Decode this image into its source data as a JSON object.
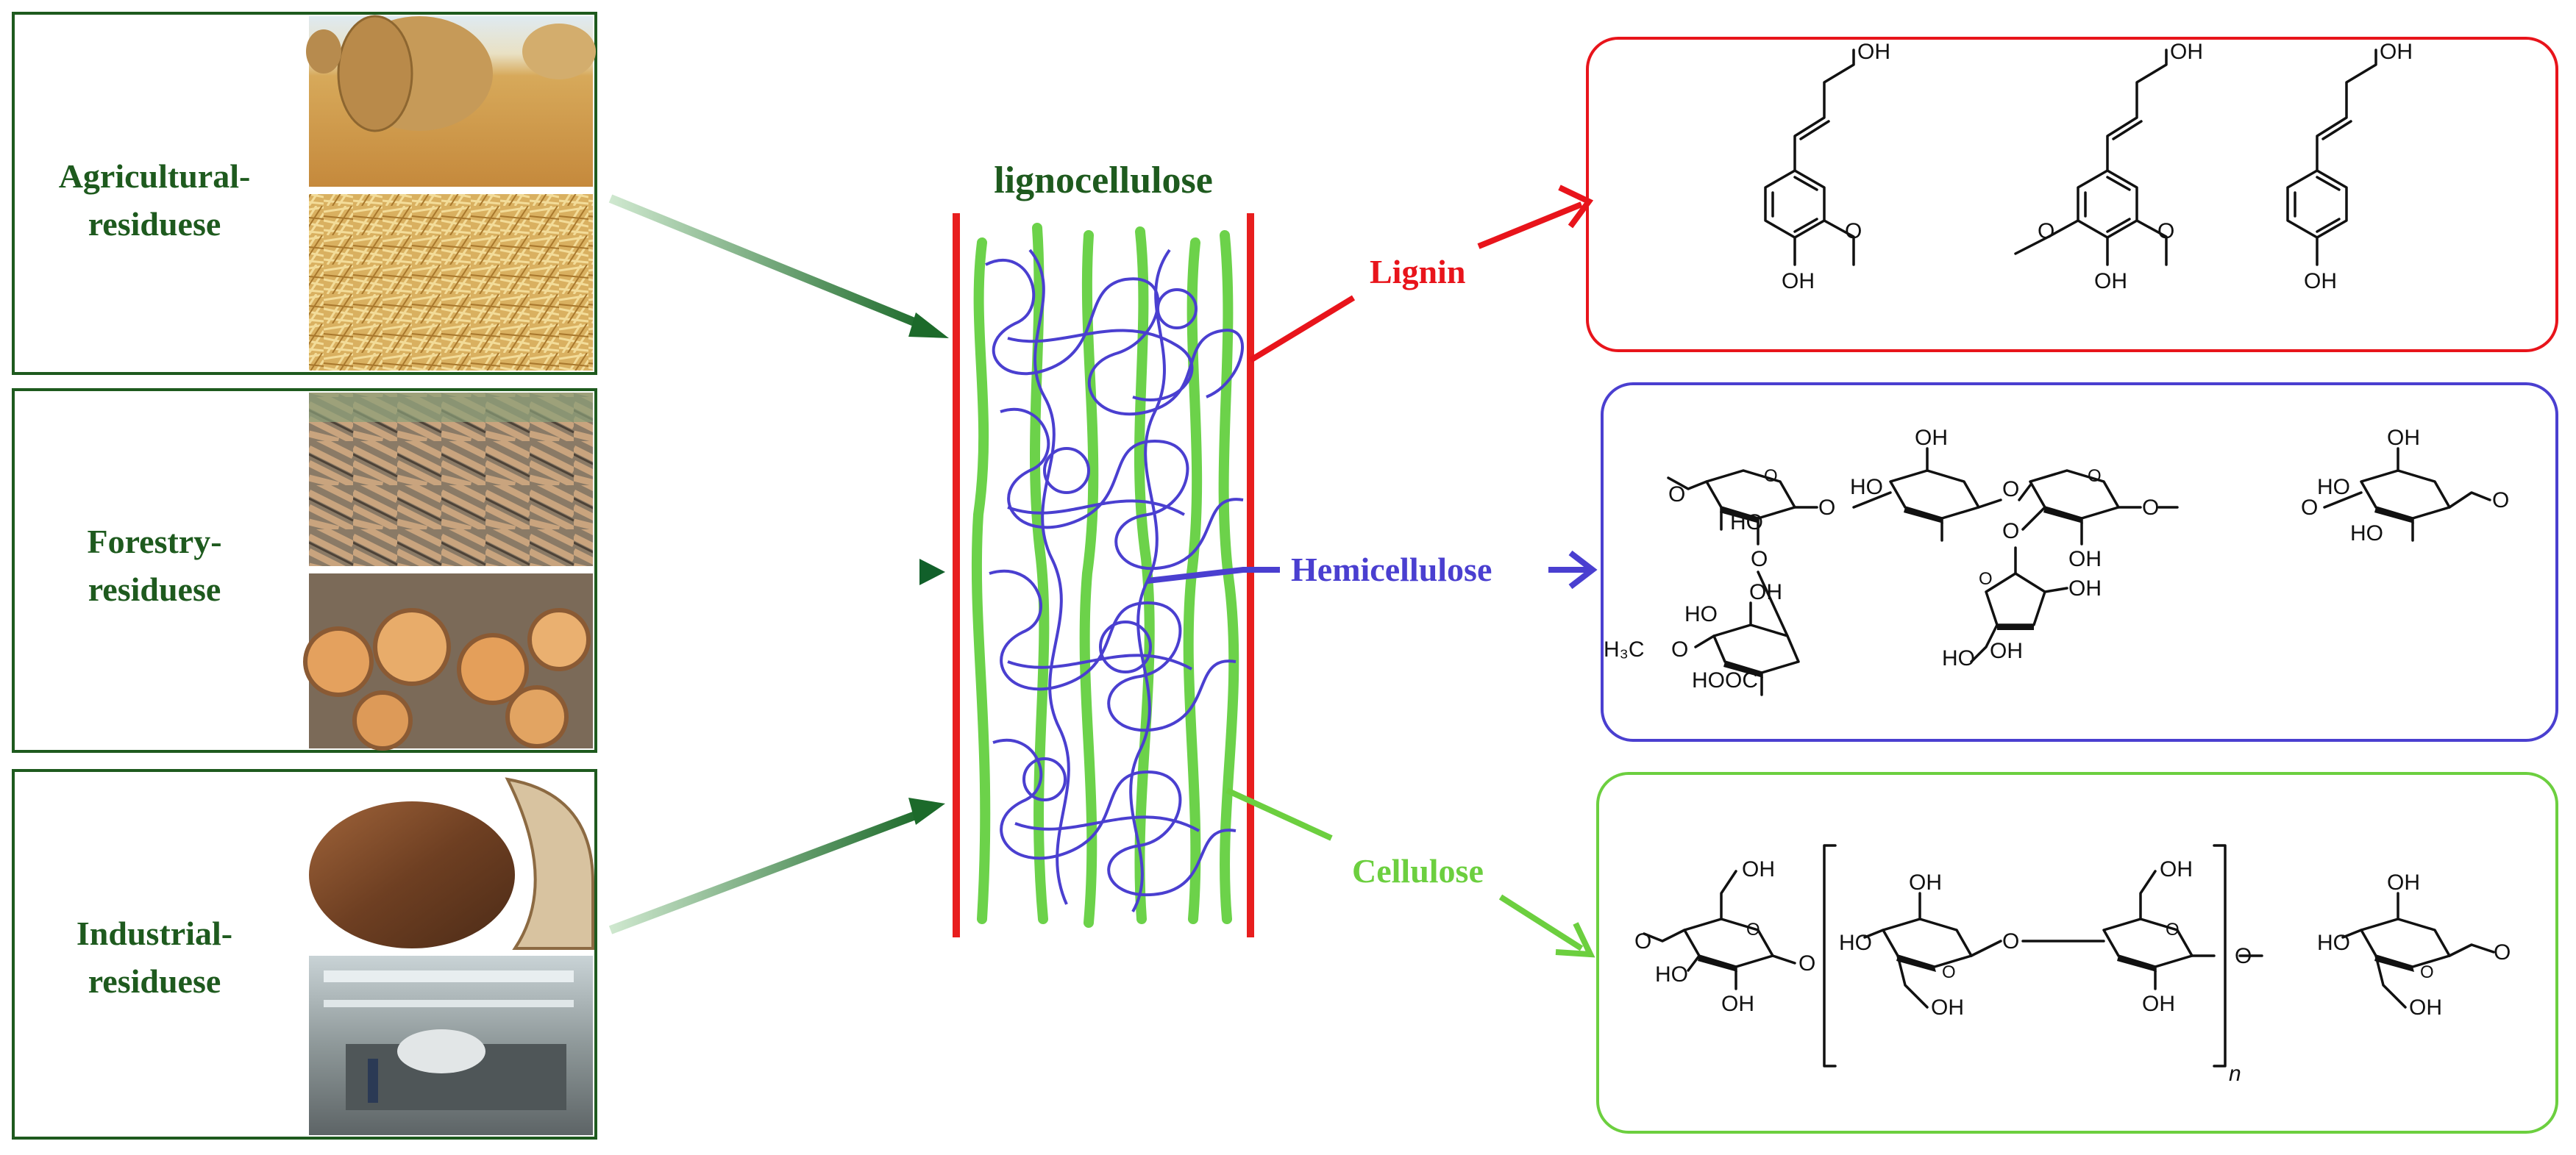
{
  "title": "lignocellulose",
  "sources": [
    {
      "line1": "Agricultural-",
      "line2": "residuese"
    },
    {
      "line1": "Forestry-",
      "line2": "residuese"
    },
    {
      "line1": "Industrial-",
      "line2": "residuese"
    }
  ],
  "components": {
    "lignin": "Lignin",
    "hemicellulose": "Hemicellulose",
    "cellulose": "Cellulose"
  },
  "chem_labels": {
    "oh": "OH",
    "o": "O",
    "h3c": "H₃C",
    "hooc": "HOOC",
    "ho": "HO",
    "n": "n"
  },
  "colors": {
    "source_green": "#1e5a1e",
    "lignin_red": "#e8141b",
    "hemicellulose_blue": "#4a3fd0",
    "cellulose_green": "#6ccf3f",
    "fiber_green": "#6cd24a",
    "wall_red": "#e81e1e"
  }
}
